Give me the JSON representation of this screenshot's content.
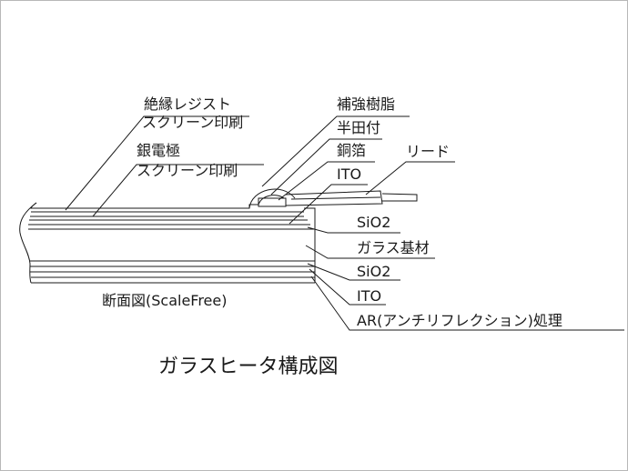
{
  "labels": {
    "insulation_resist_1": "絶縁レジスト",
    "insulation_resist_2": "スクリーン印刷",
    "silver_electrode_1": "銀電極",
    "silver_electrode_2": "スクリーン印刷",
    "reinforcing_resin": "補強樹脂",
    "solder": "半田付",
    "copper_foil": "銅箔",
    "ito_top": "ITO",
    "lead": "リード",
    "sio2_top": "SiO2",
    "glass_substrate": "ガラス基材",
    "sio2_bottom": "SiO2",
    "ito_bottom": "ITO",
    "ar_treatment": "AR(アンチリフレクション)処理",
    "cross_section": "断面図(ScaleFree)"
  },
  "caption": "ガラスヒータ構成図",
  "colors": {
    "line": "#1a1a1a",
    "frame": "#b8b8b8",
    "background": "#ffffff"
  }
}
